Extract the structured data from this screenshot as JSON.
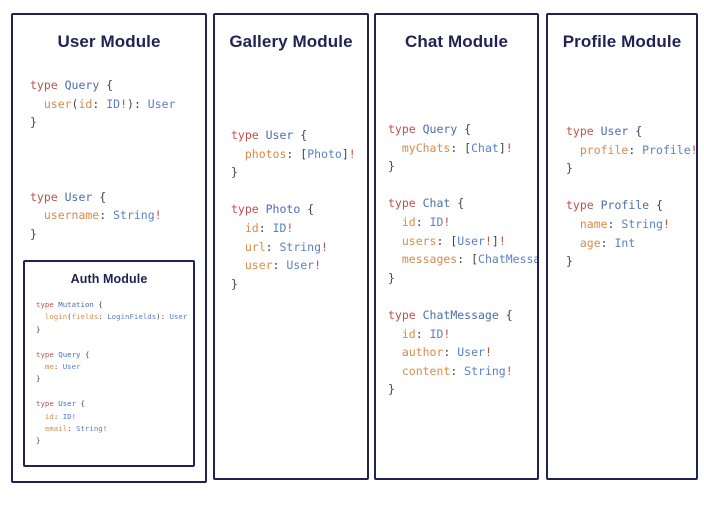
{
  "page": {
    "background": "#ffffff",
    "border_color": "#1f2252",
    "title_color": "#1f2252",
    "syntax": {
      "keyword": "#c0504d",
      "type_name": "#4a6cb5",
      "field_name": "#d98a4a",
      "punctuation": "#44444c",
      "scalar": "#5b7fc7",
      "non_null": "#c0504d"
    }
  },
  "modules": {
    "user": {
      "title": "User Module",
      "code_lines": [
        [
          {
            "text": "type ",
            "kind": "keyword"
          },
          {
            "text": "Query",
            "kind": "type_name"
          },
          {
            "text": " {",
            "kind": "punctuation"
          }
        ],
        [
          {
            "text": "  user",
            "kind": "field_name"
          },
          {
            "text": "(",
            "kind": "punctuation"
          },
          {
            "text": "id",
            "kind": "field_name"
          },
          {
            "text": ": ",
            "kind": "punctuation"
          },
          {
            "text": "ID",
            "kind": "scalar"
          },
          {
            "text": "!",
            "kind": "non_null"
          },
          {
            "text": ")",
            "kind": "punctuation"
          },
          {
            "text": ": ",
            "kind": "punctuation"
          },
          {
            "text": "User",
            "kind": "scalar"
          }
        ],
        [
          {
            "text": "}",
            "kind": "punctuation"
          }
        ],
        [],
        [],
        [],
        [
          {
            "text": "type ",
            "kind": "keyword"
          },
          {
            "text": "User",
            "kind": "type_name"
          },
          {
            "text": " {",
            "kind": "punctuation"
          }
        ],
        [
          {
            "text": "  username",
            "kind": "field_name"
          },
          {
            "text": ": ",
            "kind": "punctuation"
          },
          {
            "text": "String",
            "kind": "scalar"
          },
          {
            "text": "!",
            "kind": "non_null"
          }
        ],
        [
          {
            "text": "}",
            "kind": "punctuation"
          }
        ]
      ]
    },
    "auth": {
      "title": "Auth Module",
      "code_lines": [
        [
          {
            "text": "type ",
            "kind": "keyword"
          },
          {
            "text": "Mutation",
            "kind": "type_name"
          },
          {
            "text": " {",
            "kind": "punctuation"
          }
        ],
        [
          {
            "text": "  login",
            "kind": "field_name"
          },
          {
            "text": "(",
            "kind": "punctuation"
          },
          {
            "text": "fields",
            "kind": "field_name"
          },
          {
            "text": ": ",
            "kind": "punctuation"
          },
          {
            "text": "LoginFields",
            "kind": "scalar"
          },
          {
            "text": ")",
            "kind": "punctuation"
          },
          {
            "text": ": ",
            "kind": "punctuation"
          },
          {
            "text": "User",
            "kind": "scalar"
          }
        ],
        [
          {
            "text": "}",
            "kind": "punctuation"
          }
        ],
        [],
        [
          {
            "text": "type ",
            "kind": "keyword"
          },
          {
            "text": "Query",
            "kind": "type_name"
          },
          {
            "text": " {",
            "kind": "punctuation"
          }
        ],
        [
          {
            "text": "  me",
            "kind": "field_name"
          },
          {
            "text": ": ",
            "kind": "punctuation"
          },
          {
            "text": "User",
            "kind": "scalar"
          }
        ],
        [
          {
            "text": "}",
            "kind": "punctuation"
          }
        ],
        [],
        [
          {
            "text": "type ",
            "kind": "keyword"
          },
          {
            "text": "User",
            "kind": "type_name"
          },
          {
            "text": " {",
            "kind": "punctuation"
          }
        ],
        [
          {
            "text": "  id",
            "kind": "field_name"
          },
          {
            "text": ": ",
            "kind": "punctuation"
          },
          {
            "text": "ID",
            "kind": "scalar"
          },
          {
            "text": "!",
            "kind": "non_null"
          }
        ],
        [
          {
            "text": "  email",
            "kind": "field_name"
          },
          {
            "text": ": ",
            "kind": "punctuation"
          },
          {
            "text": "String",
            "kind": "scalar"
          },
          {
            "text": "!",
            "kind": "non_null"
          }
        ],
        [
          {
            "text": "}",
            "kind": "punctuation"
          }
        ]
      ]
    },
    "gallery": {
      "title": "Gallery Module",
      "code_lines": [
        [
          {
            "text": "type ",
            "kind": "keyword"
          },
          {
            "text": "User",
            "kind": "type_name"
          },
          {
            "text": " {",
            "kind": "punctuation"
          }
        ],
        [
          {
            "text": "  photos",
            "kind": "field_name"
          },
          {
            "text": ": ",
            "kind": "punctuation"
          },
          {
            "text": "[",
            "kind": "punctuation"
          },
          {
            "text": "Photo",
            "kind": "scalar"
          },
          {
            "text": "]",
            "kind": "punctuation"
          },
          {
            "text": "!",
            "kind": "non_null"
          }
        ],
        [
          {
            "text": "}",
            "kind": "punctuation"
          }
        ],
        [],
        [
          {
            "text": "type ",
            "kind": "keyword"
          },
          {
            "text": "Photo",
            "kind": "type_name"
          },
          {
            "text": " {",
            "kind": "punctuation"
          }
        ],
        [
          {
            "text": "  id",
            "kind": "field_name"
          },
          {
            "text": ": ",
            "kind": "punctuation"
          },
          {
            "text": "ID",
            "kind": "scalar"
          },
          {
            "text": "!",
            "kind": "non_null"
          }
        ],
        [
          {
            "text": "  url",
            "kind": "field_name"
          },
          {
            "text": ": ",
            "kind": "punctuation"
          },
          {
            "text": "String",
            "kind": "scalar"
          },
          {
            "text": "!",
            "kind": "non_null"
          }
        ],
        [
          {
            "text": "  user",
            "kind": "field_name"
          },
          {
            "text": ": ",
            "kind": "punctuation"
          },
          {
            "text": "User",
            "kind": "scalar"
          },
          {
            "text": "!",
            "kind": "non_null"
          }
        ],
        [
          {
            "text": "}",
            "kind": "punctuation"
          }
        ]
      ]
    },
    "chat": {
      "title": "Chat Module",
      "code_lines": [
        [
          {
            "text": "type ",
            "kind": "keyword"
          },
          {
            "text": "Query",
            "kind": "type_name"
          },
          {
            "text": " {",
            "kind": "punctuation"
          }
        ],
        [
          {
            "text": "  myChats",
            "kind": "field_name"
          },
          {
            "text": ": ",
            "kind": "punctuation"
          },
          {
            "text": "[",
            "kind": "punctuation"
          },
          {
            "text": "Chat",
            "kind": "scalar"
          },
          {
            "text": "]",
            "kind": "punctuation"
          },
          {
            "text": "!",
            "kind": "non_null"
          }
        ],
        [
          {
            "text": "}",
            "kind": "punctuation"
          }
        ],
        [],
        [
          {
            "text": "type ",
            "kind": "keyword"
          },
          {
            "text": "Chat",
            "kind": "type_name"
          },
          {
            "text": " {",
            "kind": "punctuation"
          }
        ],
        [
          {
            "text": "  id",
            "kind": "field_name"
          },
          {
            "text": ": ",
            "kind": "punctuation"
          },
          {
            "text": "ID",
            "kind": "scalar"
          },
          {
            "text": "!",
            "kind": "non_null"
          }
        ],
        [
          {
            "text": "  users",
            "kind": "field_name"
          },
          {
            "text": ": ",
            "kind": "punctuation"
          },
          {
            "text": "[",
            "kind": "punctuation"
          },
          {
            "text": "User",
            "kind": "scalar"
          },
          {
            "text": "!",
            "kind": "non_null"
          },
          {
            "text": "]",
            "kind": "punctuation"
          },
          {
            "text": "!",
            "kind": "non_null"
          }
        ],
        [
          {
            "text": "  messages",
            "kind": "field_name"
          },
          {
            "text": ": ",
            "kind": "punctuation"
          },
          {
            "text": "[",
            "kind": "punctuation"
          },
          {
            "text": "ChatMessage",
            "kind": "scalar"
          },
          {
            "text": "]",
            "kind": "punctuation"
          },
          {
            "text": "!",
            "kind": "non_null"
          }
        ],
        [
          {
            "text": "}",
            "kind": "punctuation"
          }
        ],
        [],
        [
          {
            "text": "type ",
            "kind": "keyword"
          },
          {
            "text": "ChatMessage",
            "kind": "type_name"
          },
          {
            "text": " {",
            "kind": "punctuation"
          }
        ],
        [
          {
            "text": "  id",
            "kind": "field_name"
          },
          {
            "text": ": ",
            "kind": "punctuation"
          },
          {
            "text": "ID",
            "kind": "scalar"
          },
          {
            "text": "!",
            "kind": "non_null"
          }
        ],
        [
          {
            "text": "  author",
            "kind": "field_name"
          },
          {
            "text": ": ",
            "kind": "punctuation"
          },
          {
            "text": "User",
            "kind": "scalar"
          },
          {
            "text": "!",
            "kind": "non_null"
          }
        ],
        [
          {
            "text": "  content",
            "kind": "field_name"
          },
          {
            "text": ": ",
            "kind": "punctuation"
          },
          {
            "text": "String",
            "kind": "scalar"
          },
          {
            "text": "!",
            "kind": "non_null"
          }
        ],
        [
          {
            "text": "}",
            "kind": "punctuation"
          }
        ]
      ]
    },
    "profile": {
      "title": "Profile Module",
      "code_lines": [
        [
          {
            "text": "type ",
            "kind": "keyword"
          },
          {
            "text": "User",
            "kind": "type_name"
          },
          {
            "text": " {",
            "kind": "punctuation"
          }
        ],
        [
          {
            "text": "  profile",
            "kind": "field_name"
          },
          {
            "text": ": ",
            "kind": "punctuation"
          },
          {
            "text": "Profile",
            "kind": "scalar"
          },
          {
            "text": "!",
            "kind": "non_null"
          }
        ],
        [
          {
            "text": "}",
            "kind": "punctuation"
          }
        ],
        [],
        [
          {
            "text": "type ",
            "kind": "keyword"
          },
          {
            "text": "Profile",
            "kind": "type_name"
          },
          {
            "text": " {",
            "kind": "punctuation"
          }
        ],
        [
          {
            "text": "  name",
            "kind": "field_name"
          },
          {
            "text": ": ",
            "kind": "punctuation"
          },
          {
            "text": "String",
            "kind": "scalar"
          },
          {
            "text": "!",
            "kind": "non_null"
          }
        ],
        [
          {
            "text": "  age",
            "kind": "field_name"
          },
          {
            "text": ": ",
            "kind": "punctuation"
          },
          {
            "text": "Int",
            "kind": "scalar"
          }
        ],
        [
          {
            "text": "}",
            "kind": "punctuation"
          }
        ]
      ]
    }
  }
}
